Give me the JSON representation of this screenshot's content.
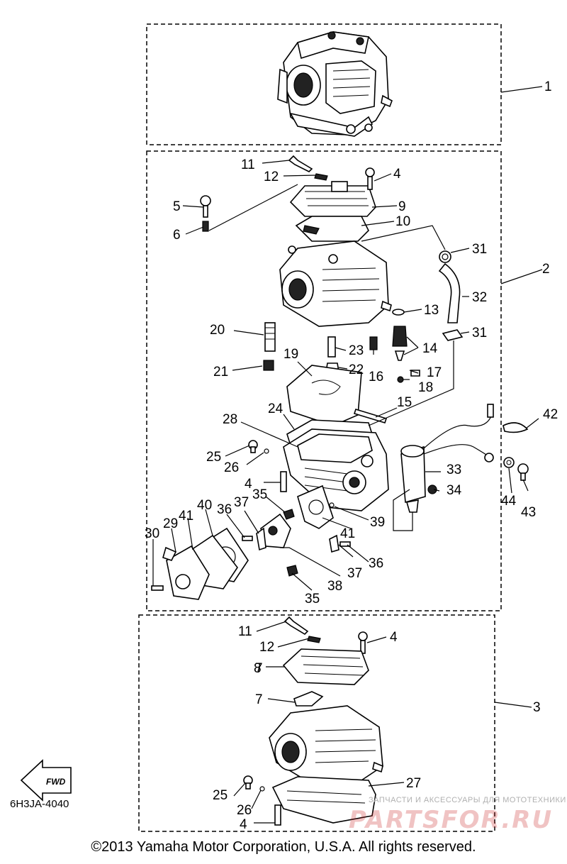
{
  "diagram": {
    "code": "6H3JA-4040",
    "fwd_label": "FWD",
    "copyright": "©2013 Yamaha Motor Corporation, U.S.A. All rights reserved.",
    "watermark_text": "ЗАПЧАСТИ И АКСЕССУАРЫ ДЛЯ МОТОТЕХНИКИ",
    "watermark_logo": "PARTSFOR.RU"
  },
  "callouts": [
    "1",
    "2",
    "3",
    "4",
    "5",
    "6",
    "7",
    "8",
    "9",
    "10",
    "11",
    "12",
    "13",
    "14",
    "15",
    "16",
    "17",
    "18",
    "19",
    "20",
    "21",
    "22",
    "23",
    "24",
    "25",
    "26",
    "27",
    "28",
    "29",
    "30",
    "31",
    "32",
    "33",
    "34",
    "35",
    "36",
    "37",
    "38",
    "39",
    "40",
    "41",
    "42",
    "43",
    "44"
  ]
}
